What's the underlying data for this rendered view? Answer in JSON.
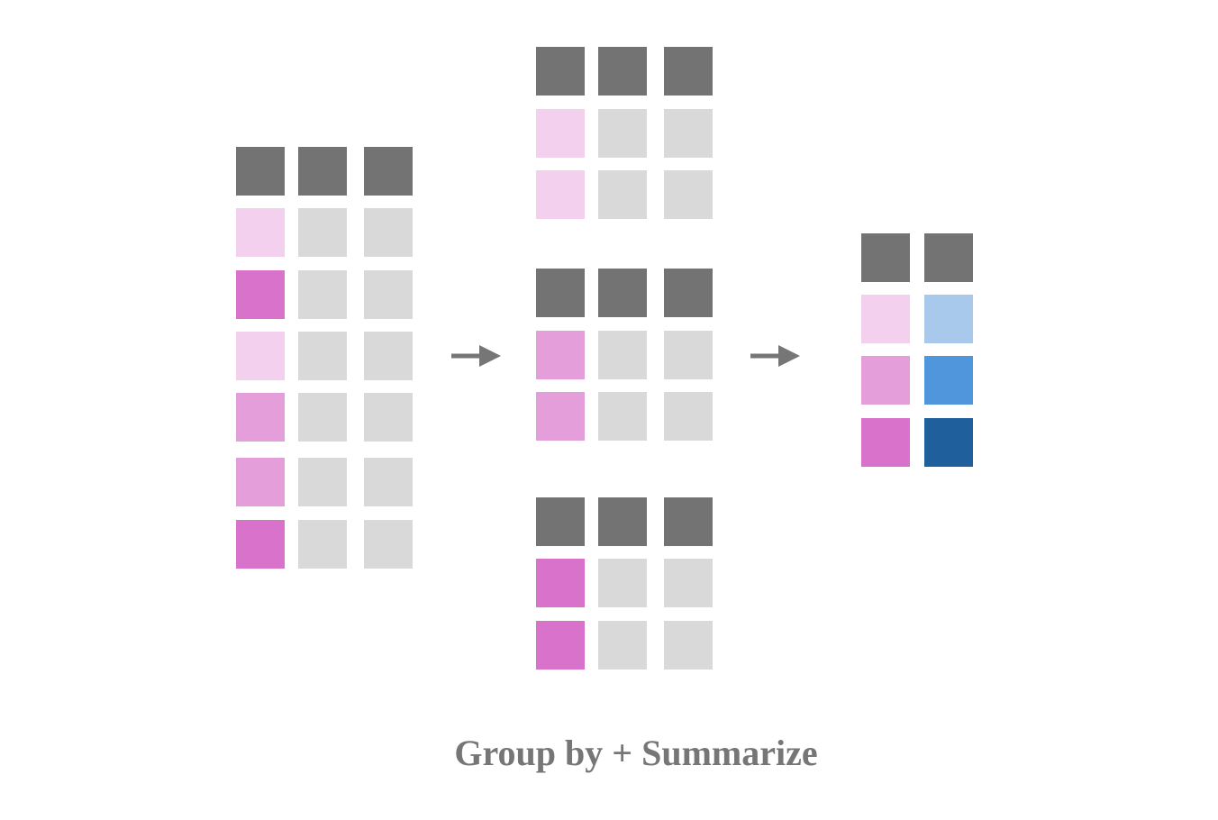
{
  "colors": {
    "header": "#737373",
    "cell": "#d9d9d9",
    "pink_light": "#f2d0ee",
    "pink_mid": "#e49fdb",
    "pink_dark": "#d872cb",
    "blue_light": "#a8c9ec",
    "blue_mid": "#4f96dc",
    "blue_dark": "#1f5f9c",
    "arrow": "#767676"
  },
  "source_table": {
    "columns": 3,
    "key_column": [
      "pink_light",
      "pink_dark",
      "pink_light",
      "pink_mid",
      "pink_mid",
      "pink_dark"
    ]
  },
  "groups": [
    {
      "key_column": [
        "pink_light",
        "pink_light"
      ]
    },
    {
      "key_column": [
        "pink_mid",
        "pink_mid"
      ]
    },
    {
      "key_column": [
        "pink_dark",
        "pink_dark"
      ]
    }
  ],
  "summary_table": {
    "key_column": [
      "pink_light",
      "pink_mid",
      "pink_dark"
    ],
    "value_column": [
      "blue_light",
      "blue_mid",
      "blue_dark"
    ]
  },
  "caption": "Group by + Summarize"
}
